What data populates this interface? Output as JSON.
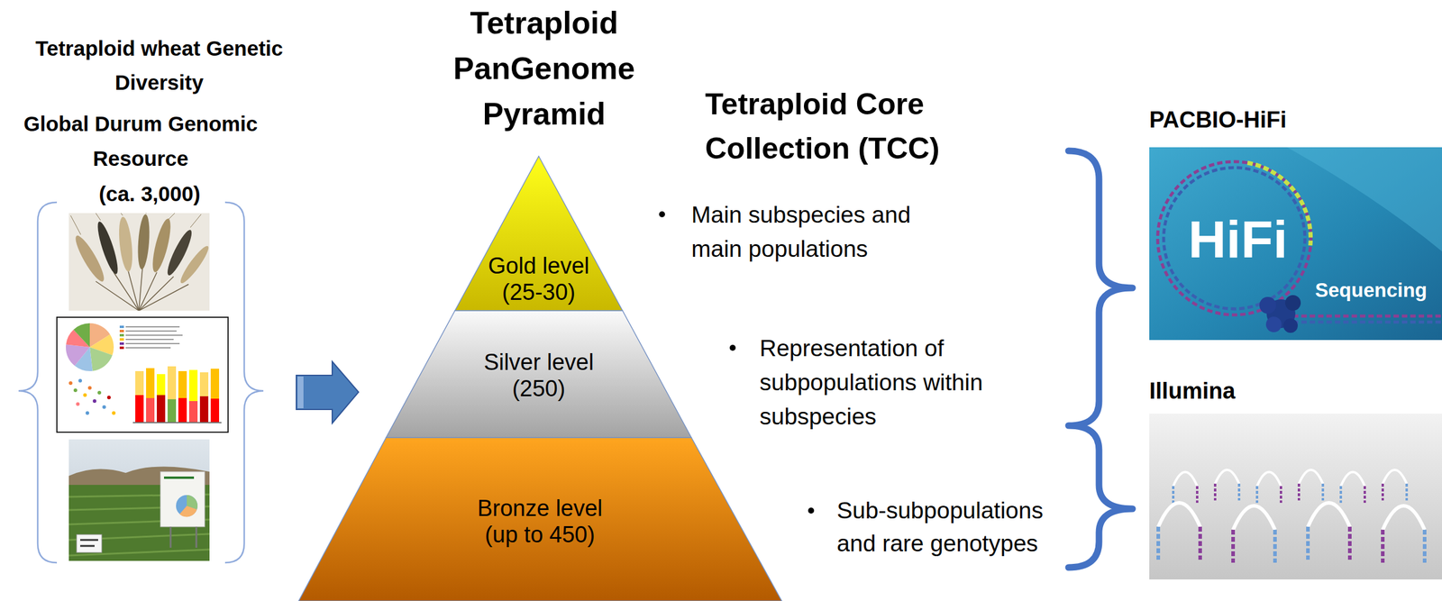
{
  "diagram": {
    "title": "Tetraploid PanGenome Pyramid",
    "nodes": [
      {
        "text": [
          "Gold level (25-30)"
        ]
      },
      {
        "text": [
          "Silver level (250)"
        ]
      },
      {
        "text": [
          "Bronze level (up to 450)"
        ]
      },
      {
        "text": [
          "HiFi",
          "Sequencing"
        ]
      }
    ],
    "labels": [
      "Tetraploid wheat Genetic Diversity",
      "Global Durum Genomic Resource",
      "(ca. 3,000)",
      "Tetraploid Core Collection (TCC)",
      "Main subspecies and main populations",
      "Representation of subpopulations within subspecies",
      "Sub-subpopulations and rare genotypes",
      "PACBIO-HiFi",
      "Illumina"
    ]
  }
}
